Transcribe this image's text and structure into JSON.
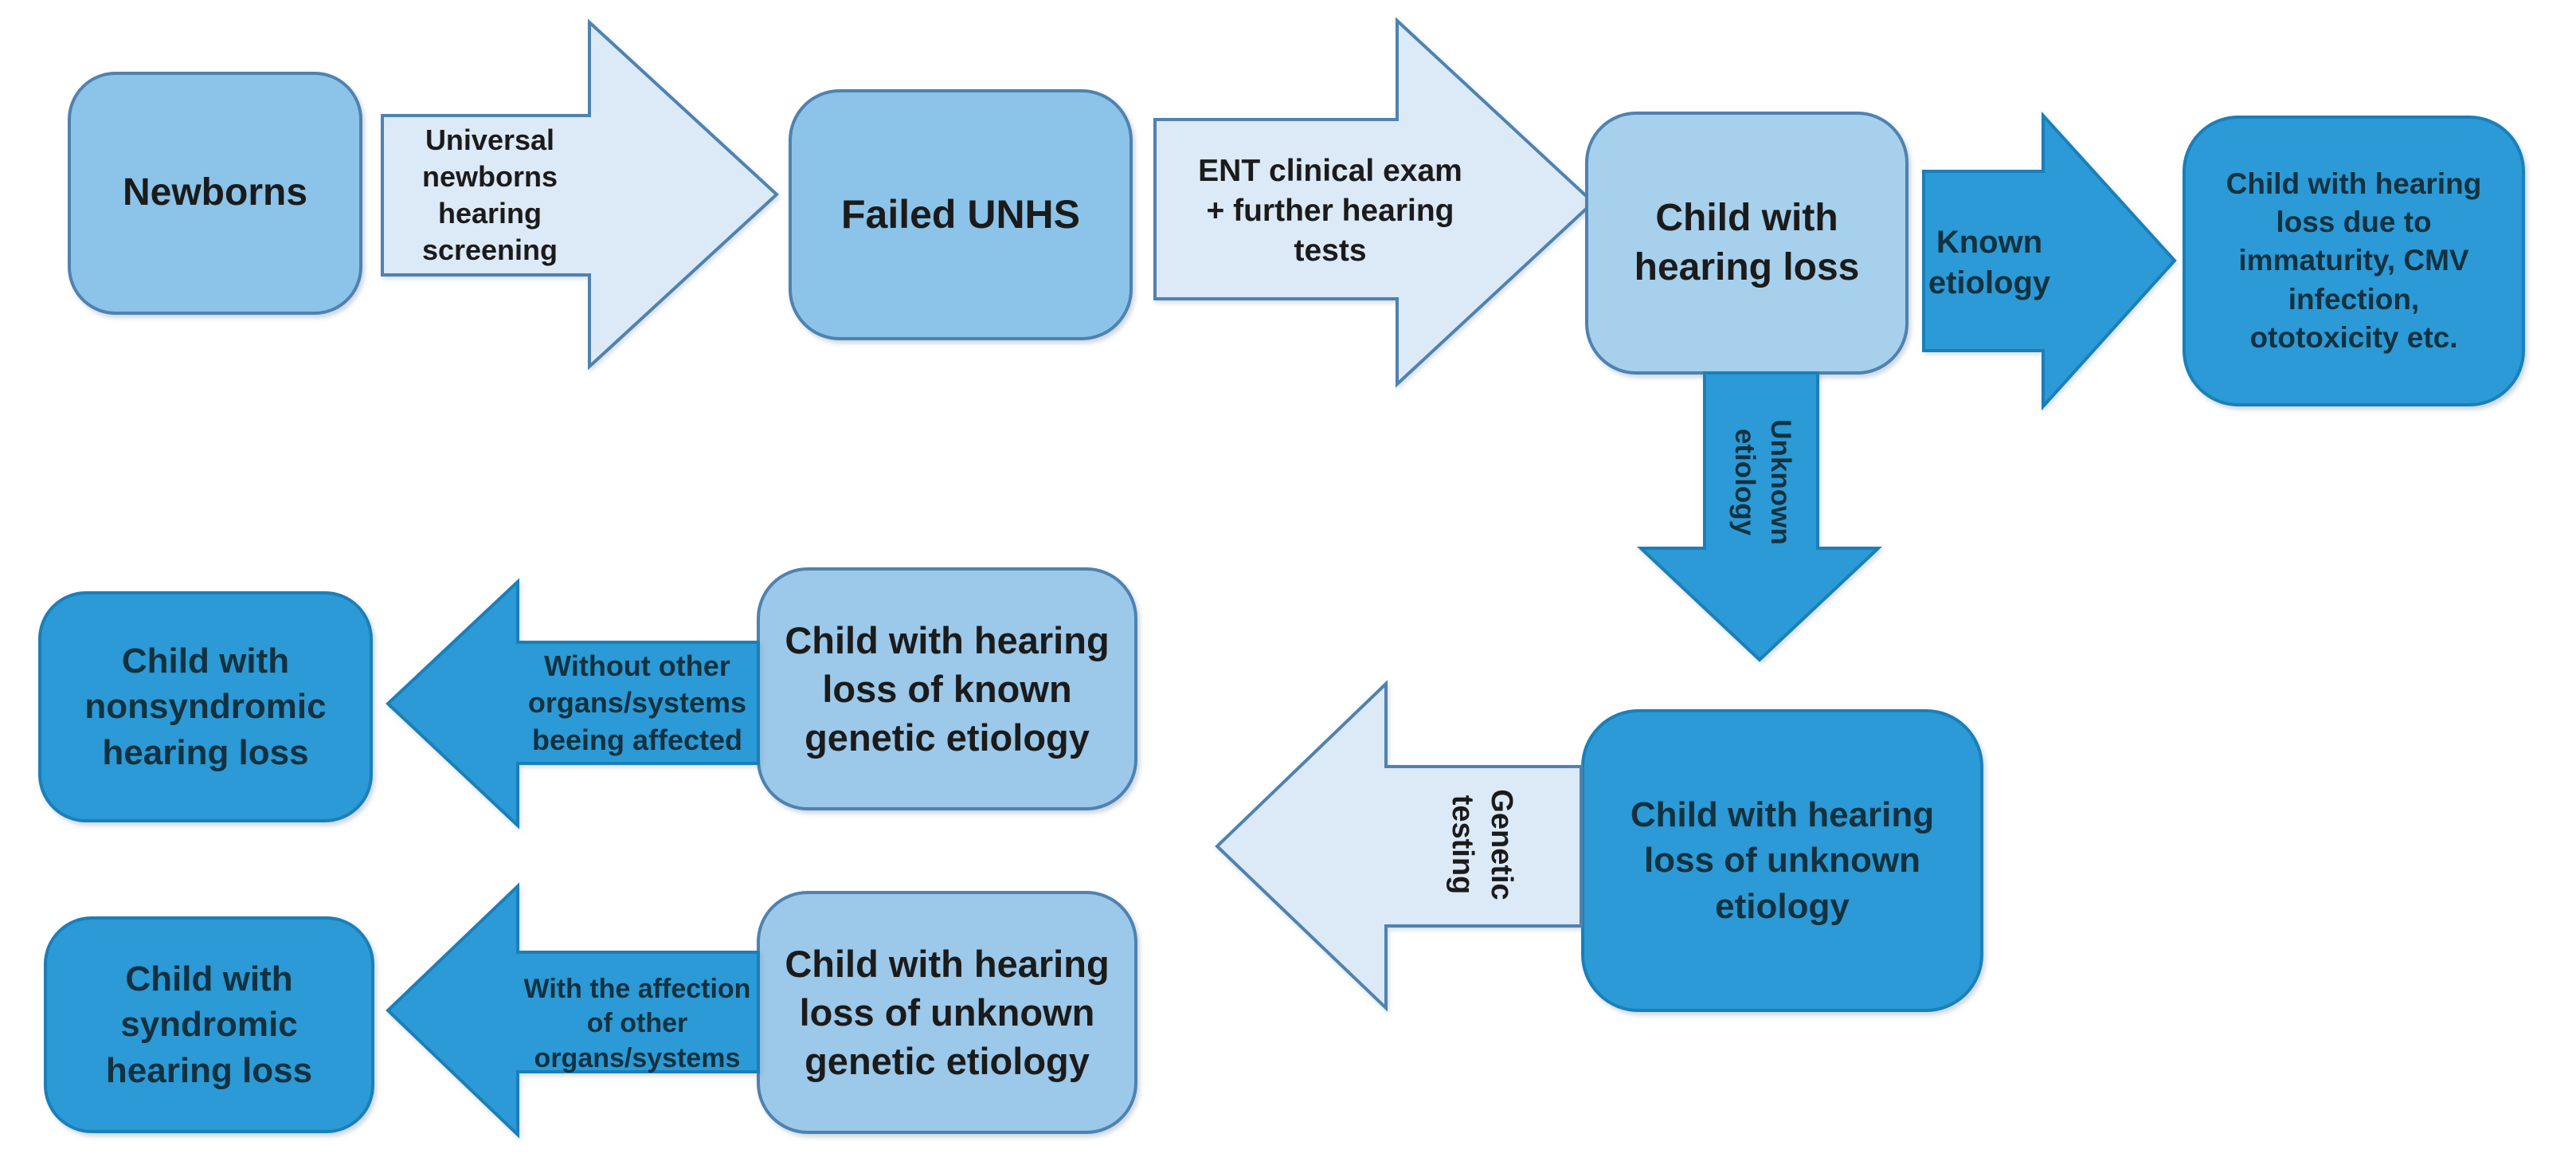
{
  "diagram": {
    "title": "Newborn hearing loss diagnostic flowchart",
    "colors": {
      "box_light": "#8CC3E8",
      "box_lighter": "#A6D0EC",
      "box_mid_light": "#9CC8E9",
      "box_dark": "#2B9AD6",
      "arrow_light": "#DCE9F6",
      "arrow_dark": "#2B9AD6",
      "border_light": "#4E82B0",
      "border_dark": "#1B7FB8",
      "text_dark": "#1B1B1B",
      "text_navy": "#13313F"
    },
    "nodes": {
      "newborns": {
        "label": "Newborns"
      },
      "failed_unhs": {
        "label": "Failed UNHS"
      },
      "child_hearing_loss": {
        "label": "Child with\nhearing loss"
      },
      "known_etiology_outcome": {
        "label": "Child with hearing\nloss due to\nimmaturity, CMV\ninfection,\nototoxicity etc."
      },
      "unknown_etiology_child": {
        "label": "Child with hearing\nloss of unknown\netiology"
      },
      "known_genetic_etiology": {
        "label": "Child with hearing\nloss of known\ngenetic etiology"
      },
      "unknown_genetic_etiology": {
        "label": "Child with hearing\nloss of unknown\ngenetic etiology"
      },
      "nonsyndromic": {
        "label": "Child with\nnonsyndromic\nhearing loss"
      },
      "syndromic": {
        "label": "Child with\nsyndromic\nhearing loss"
      }
    },
    "arrows": {
      "universal_screening": {
        "label": "Universal\nnewborns\nhearing\nscreening"
      },
      "ent_exam": {
        "label": "ENT clinical exam\n+ further hearing\ntests"
      },
      "known_etiology": {
        "label": "Known\netiology"
      },
      "unknown_etiology": {
        "label": "Unknown\netiology"
      },
      "genetic_testing": {
        "label": "Genetic\ntesting"
      },
      "without_other_organs": {
        "label": "Without other\norgans/systems\nbeeing affected"
      },
      "with_affection": {
        "label": "With the affection\nof other\norgans/systems"
      }
    }
  }
}
